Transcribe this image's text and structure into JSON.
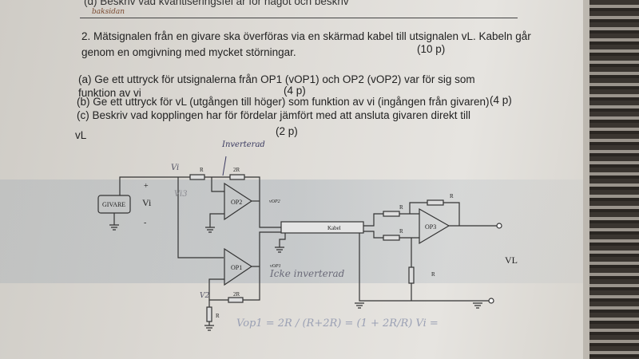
{
  "header": {
    "prev_question": "(d) Beskriv vad kvantiseringsfel är för något och beskriv",
    "handwritten_note": "baksidan"
  },
  "question": {
    "line1": "2. Mätsignalen från en givare ska överföras via en skärmad kabel till utsignalen vL. Kabeln går",
    "line2": "genom en omgivning med mycket störningar.",
    "points": "(10 p)",
    "a_line1": "(a) Ge ett uttryck för utsignalerna från OP1 (vOP1) och OP2 (vOP2) var för sig som",
    "a_line2": "funktion av vi",
    "a_points": "(4 p)",
    "b_line": "(b) Ge ett uttryck för vL (utgången till höger) som funktion av vi (ingången från givaren)",
    "b_points": "(4 p)",
    "c_line1": "(c) Beskriv vad kopplingen har för fördelar jämfört med att ansluta givaren direkt till",
    "c_line2": "vL",
    "c_points": "(2 p)"
  },
  "circuit": {
    "givare": "GIVARE",
    "vi": "Vi",
    "plus": "+",
    "minus": "-",
    "op1": "OP1",
    "op2": "OP2",
    "op3": "OP3",
    "vop1": "vOP1",
    "vop2": "vOP2",
    "r": "R",
    "r2": "2R",
    "kabel": "Kabel",
    "vl": "VL"
  },
  "handwriting": {
    "inverterad": "Inverterad",
    "icke_inverterad": "Icke inverterad",
    "vi_node": "Vi",
    "vi3": "Vi3",
    "v2": "V2",
    "formula": "Vop1 = 2R / (R+2R) = (1 + 2R/R) Vi ="
  }
}
